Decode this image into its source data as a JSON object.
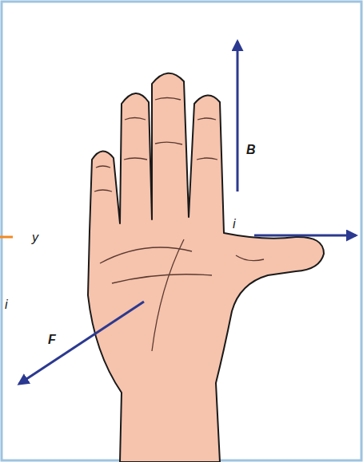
{
  "diagram": {
    "labels": [
      "B",
      "i",
      "F",
      "y",
      "i"
    ]
  }
}
